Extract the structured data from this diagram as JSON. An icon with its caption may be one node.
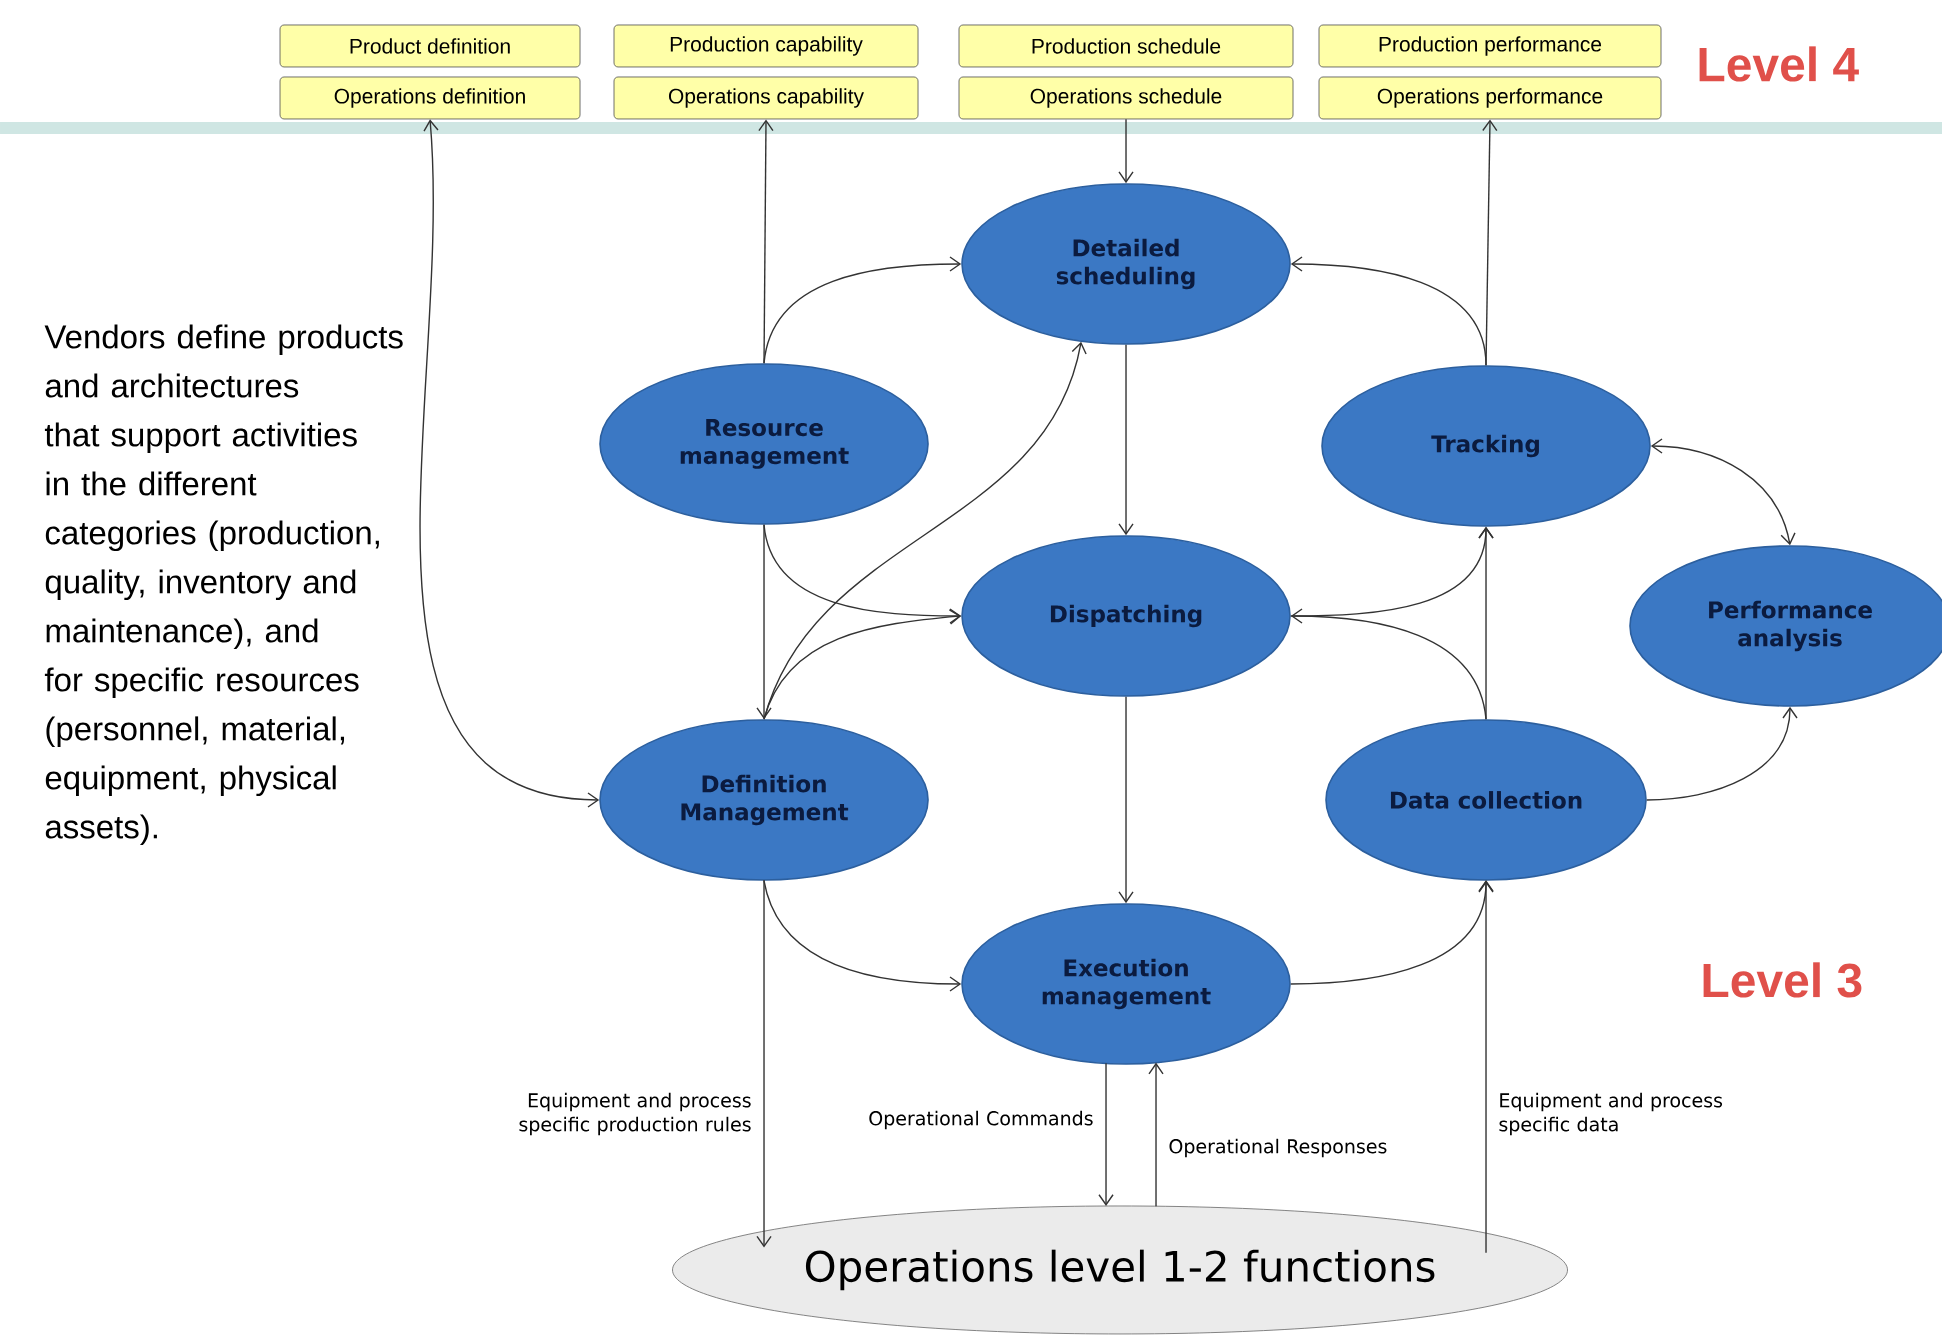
{
  "diagram": {
    "nodes": [
      {
        "text": [
          "Product definition"
        ]
      },
      {
        "text": [
          "Operations definition"
        ]
      },
      {
        "text": [
          "Production capability"
        ]
      },
      {
        "text": [
          "Operations capability"
        ]
      },
      {
        "text": [
          "Production schedule"
        ]
      },
      {
        "text": [
          "Operations schedule"
        ]
      },
      {
        "text": [
          "Production performance"
        ]
      },
      {
        "text": [
          "Operations performance"
        ]
      },
      {
        "text": [
          "Detailed scheduling"
        ]
      },
      {
        "text": [
          "Resource management"
        ]
      },
      {
        "text": [
          "Tracking"
        ]
      },
      {
        "text": [
          "Dispatching"
        ]
      },
      {
        "text": [
          "Performance analysis"
        ]
      },
      {
        "text": [
          "Definition Management"
        ]
      },
      {
        "text": [
          "Data collection"
        ]
      },
      {
        "text": [
          "Execution management"
        ]
      },
      {
        "text": [
          "Operations level 1-2 functions"
        ]
      }
    ],
    "edges": [
      {
        "from": 13,
        "to": 1,
        "arrow": "both"
      },
      {
        "from": 9,
        "to": 3,
        "arrow": "to"
      },
      {
        "from": 9,
        "to": 13,
        "arrow": "to"
      },
      {
        "from": 5,
        "to": 8,
        "arrow": "to"
      },
      {
        "from": 10,
        "to": 7,
        "arrow": "to"
      },
      {
        "from": 9,
        "to": 8,
        "arrow": "to"
      },
      {
        "from": 13,
        "to": 8,
        "arrow": "to"
      },
      {
        "from": 9,
        "to": 11,
        "arrow": "to"
      },
      {
        "from": 13,
        "to": 11,
        "arrow": "to"
      },
      {
        "from": 8,
        "to": 11,
        "arrow": "to"
      },
      {
        "from": 10,
        "to": 8,
        "arrow": "to"
      },
      {
        "from": 10,
        "to": 12,
        "arrow": "both"
      },
      {
        "from": 14,
        "to": 10,
        "arrow": "to"
      },
      {
        "from": 14,
        "to": 11,
        "arrow": "to"
      },
      {
        "from": 11,
        "to": 10,
        "arrow": "to"
      },
      {
        "from": 14,
        "to": 12,
        "arrow": "to"
      },
      {
        "from": 11,
        "to": 15,
        "arrow": "to"
      },
      {
        "from": 13,
        "to": 15,
        "arrow": "to"
      },
      {
        "from": 15,
        "to": 14,
        "arrow": "to"
      },
      {
        "from": 13,
        "to": 16,
        "arrow": "to",
        "label": "Equipment and process specific production rules"
      },
      {
        "from": 15,
        "to": 16,
        "arrow": "to",
        "label": "Operational Commands"
      },
      {
        "from": 16,
        "to": 15,
        "arrow": "to",
        "label": "Operational Responses"
      },
      {
        "from": 16,
        "to": 14,
        "arrow": "to",
        "label": "Equipment and process specific data"
      }
    ],
    "labels": [
      "Level 4",
      "Vendors define products and architectures that support activities in the different categories (production, quality, inventory and maintenance), and for specific resources (personnel, material, equipment, physical assets).",
      "Level 3"
    ]
  }
}
